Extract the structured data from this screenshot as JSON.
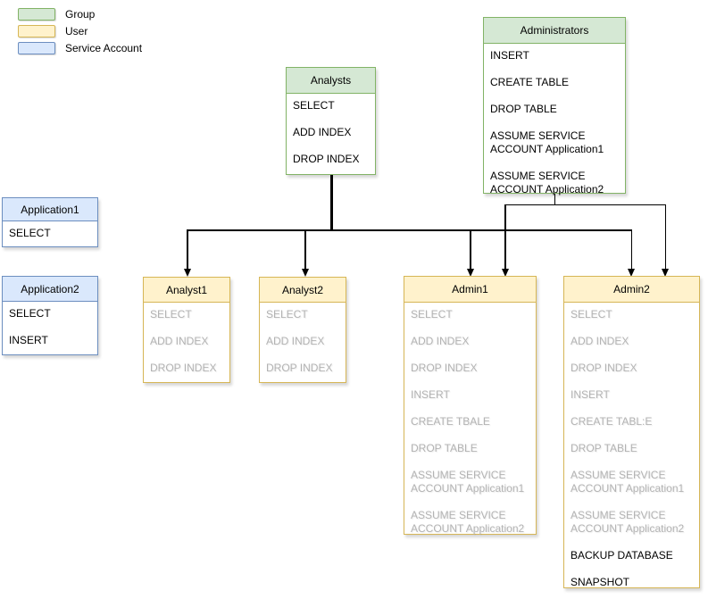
{
  "colors": {
    "group_fill": "#d5e8d4",
    "group_border": "#82b366",
    "user_fill": "#fff2cc",
    "user_border": "#d6b656",
    "service_fill": "#dae8fc",
    "service_border": "#6c8ebf",
    "node_body_fill": "#ffffff",
    "granted_text": "#000000",
    "inherited_text": "#b3b3b3",
    "edge": "#000000"
  },
  "legend": {
    "items": [
      {
        "label": "Group",
        "type": "group"
      },
      {
        "label": "User",
        "type": "user"
      },
      {
        "label": "Service Account",
        "type": "service"
      }
    ]
  },
  "nodes": {
    "administrators": {
      "title": "Administrators",
      "type": "group",
      "items": [
        {
          "text": "INSERT",
          "state": "granted"
        },
        {
          "text": "CREATE TABLE",
          "state": "granted"
        },
        {
          "text": "DROP TABLE",
          "state": "granted"
        },
        {
          "text": "ASSUME SERVICE ACCOUNT Application1",
          "state": "granted"
        },
        {
          "text": "ASSUME SERVICE ACCOUNT Application2",
          "state": "granted"
        }
      ]
    },
    "analysts": {
      "title": "Analysts",
      "type": "group",
      "items": [
        {
          "text": "SELECT",
          "state": "granted"
        },
        {
          "text": "ADD INDEX",
          "state": "granted"
        },
        {
          "text": "DROP INDEX",
          "state": "granted"
        }
      ]
    },
    "application1": {
      "title": "Application1",
      "type": "service",
      "items": [
        {
          "text": "SELECT",
          "state": "granted"
        }
      ]
    },
    "application2": {
      "title": "Application2",
      "type": "service",
      "items": [
        {
          "text": "SELECT",
          "state": "granted"
        },
        {
          "text": "INSERT",
          "state": "granted"
        }
      ]
    },
    "analyst1": {
      "title": "Analyst1",
      "type": "user",
      "items": [
        {
          "text": "SELECT",
          "state": "inherited"
        },
        {
          "text": "ADD INDEX",
          "state": "inherited"
        },
        {
          "text": "DROP INDEX",
          "state": "inherited"
        }
      ]
    },
    "analyst2": {
      "title": "Analyst2",
      "type": "user",
      "items": [
        {
          "text": "SELECT",
          "state": "inherited"
        },
        {
          "text": "ADD INDEX",
          "state": "inherited"
        },
        {
          "text": "DROP INDEX",
          "state": "inherited"
        }
      ]
    },
    "admin1": {
      "title": "Admin1",
      "type": "user",
      "items": [
        {
          "text": "SELECT",
          "state": "inherited"
        },
        {
          "text": "ADD INDEX",
          "state": "inherited"
        },
        {
          "text": "DROP INDEX",
          "state": "inherited"
        },
        {
          "text": "INSERT",
          "state": "inherited"
        },
        {
          "text": "CREATE TBALE",
          "state": "inherited"
        },
        {
          "text": "DROP TABLE",
          "state": "inherited"
        },
        {
          "text": "ASSUME SERVICE ACCOUNT Application1",
          "state": "inherited"
        },
        {
          "text": "ASSUME SERVICE ACCOUNT Application2",
          "state": "inherited"
        }
      ]
    },
    "admin2": {
      "title": "Admin2",
      "type": "user",
      "items": [
        {
          "text": "SELECT",
          "state": "inherited"
        },
        {
          "text": "ADD INDEX",
          "state": "inherited"
        },
        {
          "text": "DROP INDEX",
          "state": "inherited"
        },
        {
          "text": "INSERT",
          "state": "inherited"
        },
        {
          "text": "CREATE TABL:E",
          "state": "inherited"
        },
        {
          "text": "DROP TABLE",
          "state": "inherited"
        },
        {
          "text": "ASSUME SERVICE ACCOUNT Application1",
          "state": "inherited"
        },
        {
          "text": "ASSUME SERVICE ACCOUNT Application2",
          "state": "inherited"
        },
        {
          "text": "BACKUP DATABASE",
          "state": "granted"
        },
        {
          "text": "SNAPSHOT",
          "state": "granted"
        }
      ]
    }
  }
}
